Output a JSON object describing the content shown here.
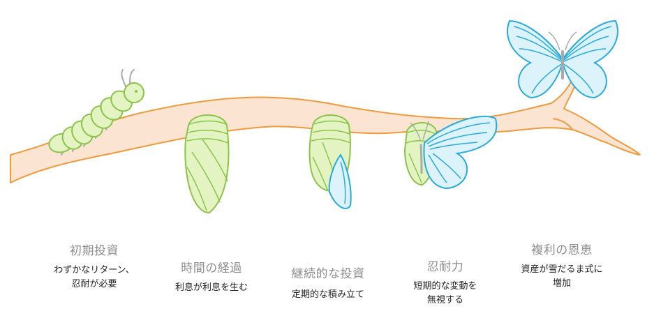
{
  "colors": {
    "branch_fill": "#fce4d2",
    "branch_stroke": "#ef9a3c",
    "green_fill": "#e3f4c2",
    "green_stroke": "#8bc34a",
    "blue_fill": "#dcf3fb",
    "blue_stroke": "#29a9dc",
    "antenna": "#aaaaaa",
    "title_text": "#8c8c8c",
    "desc_text": "#222222"
  },
  "stages": [
    {
      "title": "初期投資",
      "desc_lines": [
        "わずかなリターン、",
        "忍耐が必要"
      ]
    },
    {
      "title": "時間の経過",
      "desc_lines": [
        "利息が利息を生む"
      ]
    },
    {
      "title": "継続的な投資",
      "desc_lines": [
        "定期的な積み立て"
      ]
    },
    {
      "title": "忍耐力",
      "desc_lines": [
        "短期的な変動を",
        "無視する"
      ]
    },
    {
      "title": "複利の恩恵",
      "desc_lines": [
        "資産が雪だるま式に",
        "増加"
      ]
    }
  ]
}
